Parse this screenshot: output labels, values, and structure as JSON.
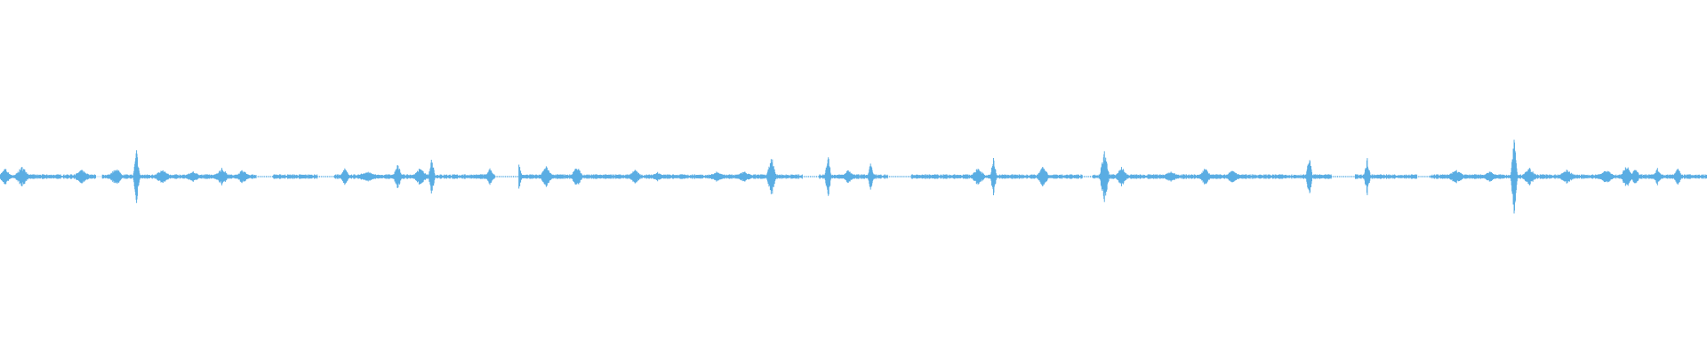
{
  "waveform": {
    "color": "#5aade3",
    "background": "#ffffff",
    "duration_units": 1000,
    "baseline_amplitude": 0.012,
    "noise_segments": [
      [
        0,
        56
      ],
      [
        60,
        150
      ],
      [
        160,
        186
      ],
      [
        196,
        290
      ],
      [
        304,
        470
      ],
      [
        480,
        520
      ],
      [
        534,
        634
      ],
      [
        640,
        780
      ],
      [
        794,
        830
      ],
      [
        838,
        1000
      ]
    ],
    "dotted_segments": [
      [
        150,
        160
      ],
      [
        186,
        196
      ],
      [
        290,
        304
      ],
      [
        470,
        480
      ],
      [
        520,
        534
      ],
      [
        634,
        640
      ],
      [
        780,
        794
      ],
      [
        830,
        838
      ]
    ],
    "peaks": [
      {
        "t": 3,
        "amp": 0.05,
        "w": 4
      },
      {
        "t": 13,
        "amp": 0.06,
        "w": 5
      },
      {
        "t": 48,
        "amp": 0.04,
        "w": 6
      },
      {
        "t": 68,
        "amp": 0.05,
        "w": 5
      },
      {
        "t": 80,
        "amp": 0.16,
        "w": 2
      },
      {
        "t": 95,
        "amp": 0.04,
        "w": 6
      },
      {
        "t": 113,
        "amp": 0.03,
        "w": 6
      },
      {
        "t": 130,
        "amp": 0.05,
        "w": 5
      },
      {
        "t": 142,
        "amp": 0.04,
        "w": 5
      },
      {
        "t": 202,
        "amp": 0.05,
        "w": 3
      },
      {
        "t": 215,
        "amp": 0.03,
        "w": 8
      },
      {
        "t": 233,
        "amp": 0.07,
        "w": 3
      },
      {
        "t": 246,
        "amp": 0.05,
        "w": 5
      },
      {
        "t": 253,
        "amp": 0.12,
        "w": 2
      },
      {
        "t": 287,
        "amp": 0.05,
        "w": 3
      },
      {
        "t": 303,
        "amp": 0.11,
        "w": 3
      },
      {
        "t": 320,
        "amp": 0.06,
        "w": 4
      },
      {
        "t": 338,
        "amp": 0.06,
        "w": 4
      },
      {
        "t": 372,
        "amp": 0.04,
        "w": 5
      },
      {
        "t": 385,
        "amp": 0.03,
        "w": 4
      },
      {
        "t": 420,
        "amp": 0.03,
        "w": 6
      },
      {
        "t": 436,
        "amp": 0.03,
        "w": 6
      },
      {
        "t": 452,
        "amp": 0.12,
        "w": 3
      },
      {
        "t": 485,
        "amp": 0.14,
        "w": 2
      },
      {
        "t": 497,
        "amp": 0.04,
        "w": 4
      },
      {
        "t": 510,
        "amp": 0.08,
        "w": 2
      },
      {
        "t": 573,
        "amp": 0.05,
        "w": 5
      },
      {
        "t": 582,
        "amp": 0.11,
        "w": 2
      },
      {
        "t": 611,
        "amp": 0.06,
        "w": 4
      },
      {
        "t": 647,
        "amp": 0.15,
        "w": 3
      },
      {
        "t": 657,
        "amp": 0.06,
        "w": 4
      },
      {
        "t": 686,
        "amp": 0.03,
        "w": 6
      },
      {
        "t": 706,
        "amp": 0.05,
        "w": 4
      },
      {
        "t": 722,
        "amp": 0.04,
        "w": 5
      },
      {
        "t": 767,
        "amp": 0.12,
        "w": 2
      },
      {
        "t": 783,
        "amp": 0.11,
        "w": 2
      },
      {
        "t": 801,
        "amp": 0.11,
        "w": 2
      },
      {
        "t": 853,
        "amp": 0.04,
        "w": 6
      },
      {
        "t": 873,
        "amp": 0.03,
        "w": 6
      },
      {
        "t": 887,
        "amp": 0.22,
        "w": 2
      },
      {
        "t": 896,
        "amp": 0.05,
        "w": 5
      },
      {
        "t": 918,
        "amp": 0.04,
        "w": 6
      },
      {
        "t": 941,
        "amp": 0.04,
        "w": 6
      },
      {
        "t": 953,
        "amp": 0.07,
        "w": 4
      },
      {
        "t": 958,
        "amp": 0.05,
        "w": 3
      },
      {
        "t": 971,
        "amp": 0.05,
        "w": 3
      },
      {
        "t": 983,
        "amp": 0.05,
        "w": 3
      }
    ]
  }
}
